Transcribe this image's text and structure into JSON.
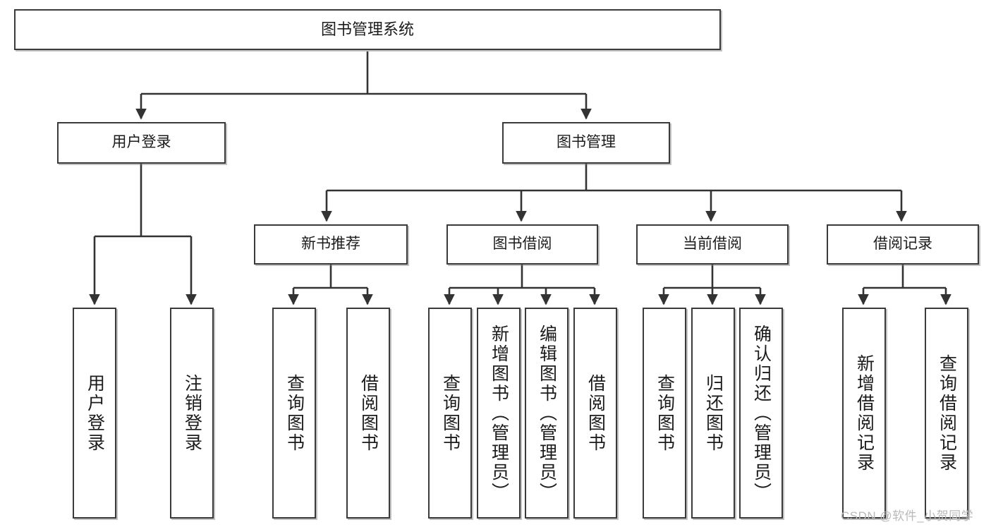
{
  "diagram": {
    "title": "图书管理系统",
    "type": "hierarchy-tree",
    "orientation": "top-down",
    "root": {
      "id": "root",
      "label": "图书管理系统",
      "text_direction": "horizontal"
    },
    "level2": [
      {
        "id": "user-login",
        "label": "用户登录",
        "text_direction": "horizontal"
      },
      {
        "id": "book-manage",
        "label": "图书管理",
        "text_direction": "horizontal"
      }
    ],
    "level3": [
      {
        "id": "new-book-recommend",
        "label": "新书推荐",
        "parent": "book-manage",
        "text_direction": "horizontal"
      },
      {
        "id": "book-borrow",
        "label": "图书借阅",
        "parent": "book-manage",
        "text_direction": "horizontal"
      },
      {
        "id": "current-borrow",
        "label": "当前借阅",
        "parent": "book-manage",
        "text_direction": "horizontal"
      },
      {
        "id": "borrow-record",
        "label": "借阅记录",
        "parent": "book-manage",
        "text_direction": "horizontal"
      }
    ],
    "leaves": [
      {
        "id": "leaf-user-login",
        "label": "用户登录",
        "parent": "user-login",
        "text_direction": "vertical"
      },
      {
        "id": "leaf-user-logout",
        "label": "注销登录",
        "parent": "user-login",
        "text_direction": "vertical"
      },
      {
        "id": "leaf-query-book-1",
        "label": "查询图书",
        "parent": "new-book-recommend",
        "text_direction": "vertical"
      },
      {
        "id": "leaf-borrow-book-1",
        "label": "借阅图书",
        "parent": "new-book-recommend",
        "text_direction": "vertical"
      },
      {
        "id": "leaf-query-book-2",
        "label": "查询图书",
        "parent": "book-borrow",
        "text_direction": "vertical"
      },
      {
        "id": "leaf-add-book",
        "label": "新增图书（管理员）",
        "parent": "book-borrow",
        "text_direction": "vertical"
      },
      {
        "id": "leaf-edit-book",
        "label": "编辑图书（管理员）",
        "parent": "book-borrow",
        "text_direction": "vertical"
      },
      {
        "id": "leaf-borrow-book-2",
        "label": "借阅图书",
        "parent": "book-borrow",
        "text_direction": "vertical"
      },
      {
        "id": "leaf-query-book-3",
        "label": "查询图书",
        "parent": "current-borrow",
        "text_direction": "vertical"
      },
      {
        "id": "leaf-return-book",
        "label": "归还图书",
        "parent": "current-borrow",
        "text_direction": "vertical"
      },
      {
        "id": "leaf-confirm-return",
        "label": "确认归还（管理员）",
        "parent": "current-borrow",
        "text_direction": "vertical"
      },
      {
        "id": "leaf-add-record",
        "label": "新增借阅记录",
        "parent": "borrow-record",
        "text_direction": "vertical"
      },
      {
        "id": "leaf-query-record",
        "label": "查询借阅记录",
        "parent": "borrow-record",
        "text_direction": "vertical"
      }
    ],
    "colors": {
      "border": "#3a3a3a",
      "edge": "#333333",
      "background": "#ffffff",
      "text": "#1b1b1b",
      "watermark": "#b9b9b9"
    }
  },
  "watermark": {
    "text": "CSDN @软件_小贺同学"
  }
}
